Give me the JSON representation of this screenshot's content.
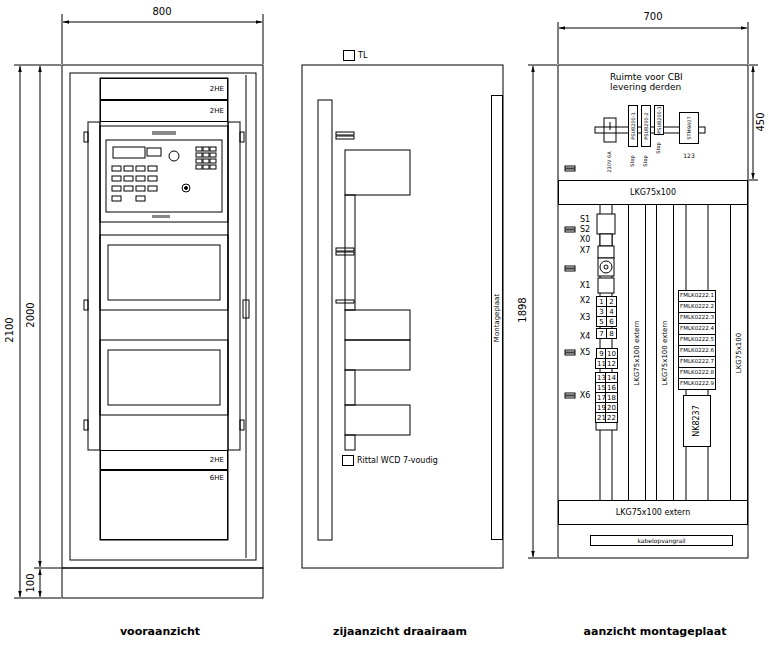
{
  "diagram": {
    "nodes": [
      {
        "text": [
          "2HE"
        ]
      },
      {
        "text": [
          "2HE"
        ]
      },
      {
        "text": [
          "2HE"
        ]
      },
      {
        "text": [
          "6HE"
        ]
      },
      {
        "text": [
          "TL"
        ]
      },
      {
        "text": [
          "Montageplaat"
        ]
      },
      {
        "text": [
          "Rittal WCD 7-voudig"
        ]
      },
      {
        "text": [
          "PSU8200-1"
        ]
      },
      {
        "text": [
          "PSU8200-2"
        ]
      },
      {
        "text": [
          "PSU8200-3"
        ]
      },
      {
        "text": [
          "5TM9407"
        ]
      },
      {
        "text": [
          "LKG75x100"
        ]
      },
      {
        "text": [
          "LKG75x100 extern"
        ]
      },
      {
        "text": [
          "LKG75x100 extern"
        ]
      },
      {
        "text": [
          "LKG75x100"
        ]
      },
      {
        "text": [
          "1"
        ]
      },
      {
        "text": [
          "2"
        ]
      },
      {
        "text": [
          "3"
        ]
      },
      {
        "text": [
          "4"
        ]
      },
      {
        "text": [
          "5"
        ]
      },
      {
        "text": [
          "6"
        ]
      },
      {
        "text": [
          "7"
        ]
      },
      {
        "text": [
          "8"
        ]
      },
      {
        "text": [
          "9"
        ]
      },
      {
        "text": [
          "10"
        ]
      },
      {
        "text": [
          "11"
        ]
      },
      {
        "text": [
          "12"
        ]
      },
      {
        "text": [
          "13"
        ]
      },
      {
        "text": [
          "14"
        ]
      },
      {
        "text": [
          "15"
        ]
      },
      {
        "text": [
          "16"
        ]
      },
      {
        "text": [
          "17"
        ]
      },
      {
        "text": [
          "18"
        ]
      },
      {
        "text": [
          "19"
        ]
      },
      {
        "text": [
          "20"
        ]
      },
      {
        "text": [
          "21"
        ]
      },
      {
        "text": [
          "22"
        ]
      },
      {
        "text": [
          "FMLK0222.1"
        ]
      },
      {
        "text": [
          "FMLK0222.2"
        ]
      },
      {
        "text": [
          "FMLK0222.3"
        ]
      },
      {
        "text": [
          "FMLK0222.4"
        ]
      },
      {
        "text": [
          "FMLK0222.5"
        ]
      },
      {
        "text": [
          "FMLK0222.6"
        ]
      },
      {
        "text": [
          "FMLK0222.7"
        ]
      },
      {
        "text": [
          "FMLK0222.8"
        ]
      },
      {
        "text": [
          "FMLK0222.9"
        ]
      },
      {
        "text": [
          "NK8237"
        ]
      },
      {
        "text": [
          "LKG75x100 extern"
        ]
      },
      {
        "text": [
          "kabelopvangrail"
        ]
      }
    ],
    "labels": [
      "800",
      "2100",
      "2000",
      "100",
      "700",
      "450",
      "1898",
      "Ruimte voor CBI levering derden",
      "230V 6A",
      "Stop",
      "Stop",
      "Stop",
      "123",
      "S1",
      "S2",
      "X0",
      "X7",
      "X1",
      "X2",
      "X3",
      "X4",
      "X5",
      "X6",
      "vooraanzicht",
      "zijaanzicht draairaam",
      "aanzicht montageplaat"
    ]
  }
}
